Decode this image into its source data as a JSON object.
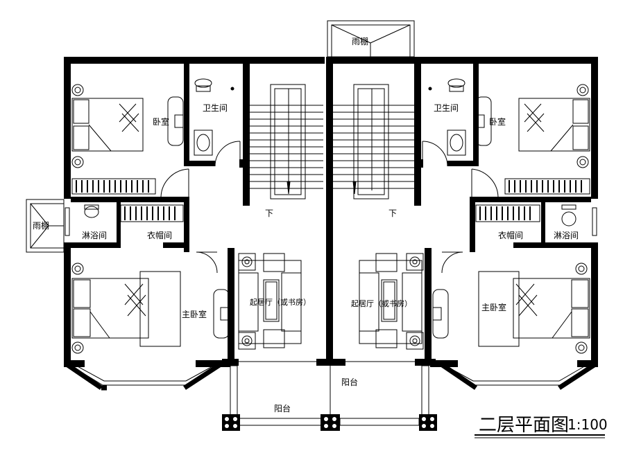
{
  "labels": {
    "canopy": "雨棚",
    "bathroom": "卫生间",
    "bedroom": "卧室",
    "shower": "淋浴间",
    "wardrobe": "衣帽间",
    "master_bedroom": "主卧室",
    "living": "起居厅（或书房）",
    "balcony": "阳台",
    "down": "下"
  },
  "title": {
    "name": "二层平面图",
    "scale": "1:100"
  },
  "colors": {
    "wall": "#000000",
    "line": "#000000",
    "background": "#ffffff"
  }
}
